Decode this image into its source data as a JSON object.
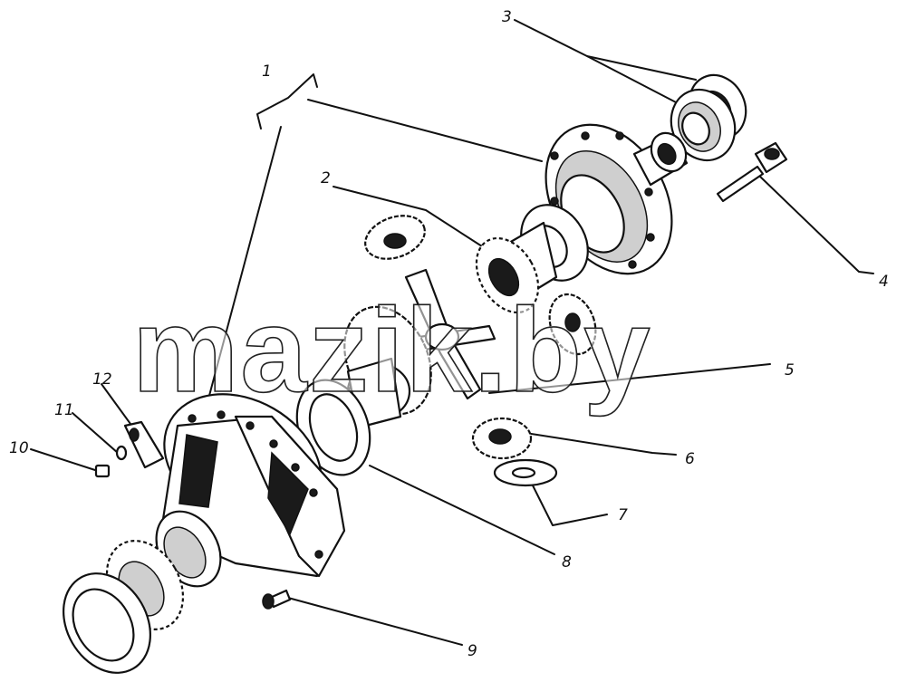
{
  "callouts": [
    {
      "id": "1",
      "text": "1"
    },
    {
      "id": "2",
      "text": "2"
    },
    {
      "id": "3",
      "text": "3"
    },
    {
      "id": "4",
      "text": "4"
    },
    {
      "id": "5",
      "text": "5"
    },
    {
      "id": "6",
      "text": "6"
    },
    {
      "id": "7",
      "text": "7"
    },
    {
      "id": "8",
      "text": "8"
    },
    {
      "id": "9",
      "text": "9"
    },
    {
      "id": "10",
      "text": "10"
    },
    {
      "id": "11",
      "text": "11"
    },
    {
      "id": "12",
      "text": "12"
    }
  ],
  "watermark": "mazik.by"
}
